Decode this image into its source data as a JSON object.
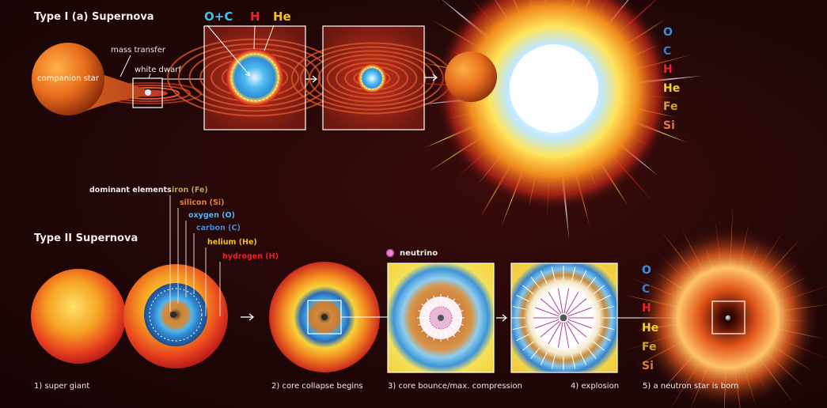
{
  "type1": {
    "title": "Type I (a) Supernova",
    "labels": {
      "mass_transfer": "mass transfer",
      "companion_star": "companion star",
      "white_dwarf": "white dwarf"
    },
    "isotopes": [
      {
        "text": "O+C",
        "color": "#3ec0f0"
      },
      {
        "text": "H",
        "color": "#e8232a"
      },
      {
        "text": "He",
        "color": "#f4c21b"
      }
    ],
    "elements": [
      {
        "symbol": "O",
        "color": "#3a8fe0"
      },
      {
        "symbol": "C",
        "color": "#3f79c9"
      },
      {
        "symbol": "H",
        "color": "#e8252a"
      },
      {
        "symbol": "He",
        "color": "#f0d22a"
      },
      {
        "symbol": "Fe",
        "color": "#c9a23a"
      },
      {
        "symbol": "Si",
        "color": "#d97c3a"
      }
    ]
  },
  "type2": {
    "title": "Type II Supernova",
    "dominant_heading": "dominant elements:",
    "dominant_elements": [
      {
        "label": "iron (Fe)",
        "color": "#b8a25a"
      },
      {
        "label": "silicon (Si)",
        "color": "#e0843c"
      },
      {
        "label": "oxygen (O)",
        "color": "#4fb4ec"
      },
      {
        "label": "carbon (C)",
        "color": "#4a86cf"
      },
      {
        "label": "helium (He)",
        "color": "#f0c020"
      },
      {
        "label": "hydrogen (H)",
        "color": "#e8232a"
      }
    ],
    "neutrino_label": "neutrino",
    "steps": [
      "1) super giant",
      "2) core collapse begins",
      "3) core bounce/max. compression",
      "4) explosion",
      "5) a neutron star is born"
    ],
    "elements": [
      {
        "symbol": "O",
        "color": "#3a8fe0"
      },
      {
        "symbol": "C",
        "color": "#3f79c9"
      },
      {
        "symbol": "H",
        "color": "#e8252a"
      },
      {
        "symbol": "He",
        "color": "#f0d22a"
      },
      {
        "symbol": "Fe",
        "color": "#c9a23a"
      },
      {
        "symbol": "Si",
        "color": "#d97c3a"
      }
    ]
  }
}
